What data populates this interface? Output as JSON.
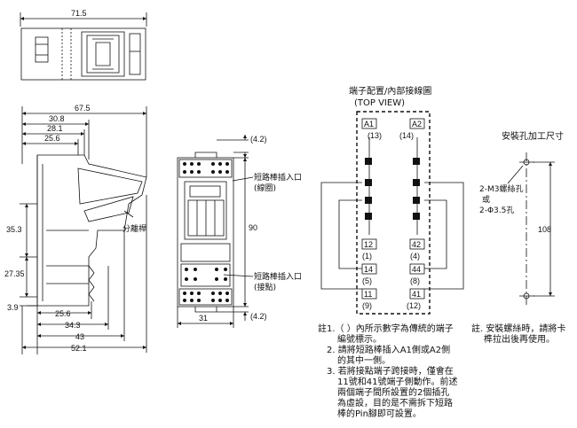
{
  "top_view": {
    "width_dim": "71.5"
  },
  "side_view": {
    "dims_top": [
      "67.5",
      "30.8",
      "28.1",
      "25.6"
    ],
    "dims_bottom": [
      "25.6",
      "34.3",
      "43",
      "52.1"
    ],
    "dims_left": [
      "35.3",
      "27.35",
      "3.9"
    ],
    "lever_label": "分離桿"
  },
  "front_view": {
    "dim_top": "(4.2)",
    "dim_height": "90",
    "dim_bottom": "(4.2)",
    "dim_width": "31",
    "coil_label_1": "短路棒插入口",
    "coil_label_2": "(線圈)",
    "contact_label_1": "短路棒插入口",
    "contact_label_2": "(接點)"
  },
  "terminal": {
    "title": "端子配置/內部接線圖",
    "subtitle": "(TOP VIEW)",
    "left_terms": [
      {
        "id": "A1",
        "old": "(13)"
      },
      {
        "id": "12",
        "old": "(1)"
      },
      {
        "id": "14",
        "old": "(5)"
      },
      {
        "id": "11",
        "old": "(9)"
      }
    ],
    "right_terms": [
      {
        "id": "A2",
        "old": "(14)"
      },
      {
        "id": "42",
        "old": "(4)"
      },
      {
        "id": "44",
        "old": "(8)"
      },
      {
        "id": "41",
        "old": "(12)"
      }
    ]
  },
  "mounting": {
    "title": "安裝孔加工尺寸",
    "hole_1": "2-M3螺絲孔",
    "hole_2": "或",
    "hole_3": "2-Φ3.5孔",
    "dim": "108"
  },
  "notes": {
    "n1_l1": "註1.（  ）內所示數字為傳統的端子",
    "n1_l2": "編號標示。",
    "n2_l1": "2. 請將短路棒插入A1側或A2側",
    "n2_l2": "的其中一側。",
    "n3_l1": "3. 若將接點端子跨接時，僅會在",
    "n3_l2": "11號和41號端子側動作。前述",
    "n3_l3": "兩個端子間所設置的2個插孔",
    "n3_l4": "為虛設，目的是不需拆下短路",
    "n3_l5": "棒的Pin腳即可設置。",
    "m_l1": "註. 安裝螺絲時，請將卡",
    "m_l2": "榫拉出後再使用。"
  }
}
